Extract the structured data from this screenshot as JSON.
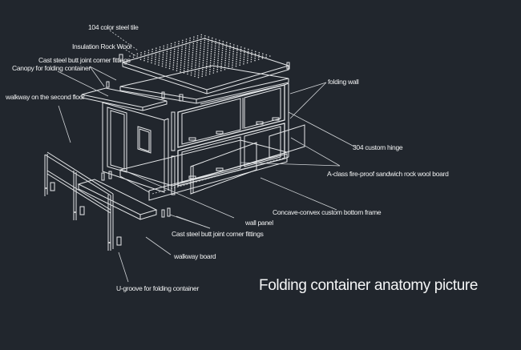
{
  "title": "Folding container anatomy picture",
  "colors": {
    "background": "#21262d",
    "line": "#e6e8ea",
    "text": "#f0f1f2"
  },
  "labels": {
    "color_steel_tile": "104 color steel tile",
    "insulation": "Insulation Rock Wool",
    "corner_fittings_top": "Cast steel butt joint corner fittings",
    "canopy": "Canopy for folding container",
    "walkway_second_floor": "walkway on the second floor",
    "folding_wall": "folding wall",
    "hinge": "304 custom hinge",
    "sandwich_board": "A-class fire-proof sandwich rock wool board",
    "bottom_frame": "Concave-convex custom bottom frame",
    "wall_panel": "wall panel",
    "corner_fittings_bottom": "Cast steel butt joint corner fittings",
    "walkway_board": "walkway board",
    "u_groove": "U-groove for folding container"
  }
}
